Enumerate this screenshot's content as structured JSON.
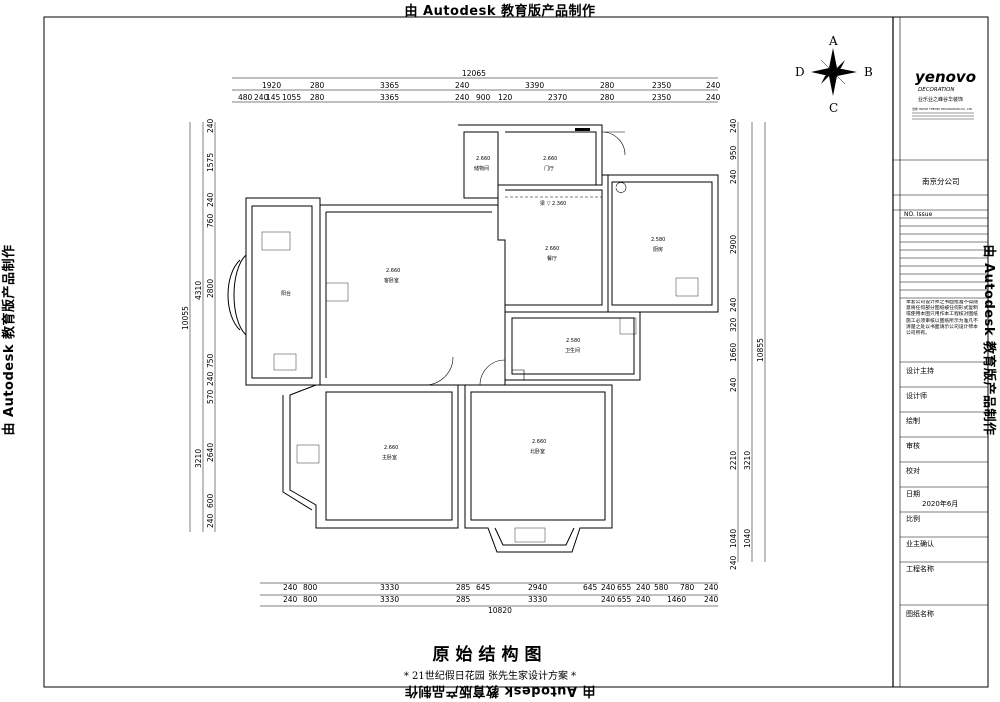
{
  "watermark": "由 Autodesk 教育版产品制作",
  "compass": {
    "n": "A",
    "s": "C",
    "w": "D",
    "e": "B"
  },
  "logo": {
    "brand": "yenovo",
    "tagline": "DECORATION",
    "company": "业乐业之峰谷华装饰",
    "small": "当地 YNOVE THEORY DECORATION CO., LTD"
  },
  "branch": "南京分公司",
  "issue_label": "NO.   Issue",
  "notice": "本套公司设计师之书面批准不得随意将任何部分图纸被任何形式复制或使用本图只用作本工程核对图纸施工必须审核以图纸所示为准凡不清楚之处以书面请示公司设计师本公司所有。",
  "titleblock_rows": [
    "设计主持",
    "设计师",
    "绘制",
    "审核",
    "校对",
    "日期",
    "比例",
    "业主确认",
    "工程名称",
    "图纸名称"
  ],
  "date_value": "2020年6月",
  "drawing_title": "原始结构图",
  "drawing_subtitle": "* 21世纪假日花园 张先生家设计方案 *",
  "dims": {
    "top_total": "12065",
    "top_row1": [
      "1920",
      "280",
      "3365",
      "240",
      "3390",
      "280",
      "2350",
      "240"
    ],
    "top_row2": [
      "480",
      "240",
      "145",
      "1055",
      "280",
      "3365",
      "240",
      "900",
      "120",
      "2370",
      "280",
      "2350",
      "240"
    ],
    "bottom_row1": [
      "240",
      "800",
      "3330",
      "285",
      "645",
      "2940",
      "645",
      "240",
      "655",
      "240",
      "580",
      "780",
      "240"
    ],
    "bottom_row2": [
      "240",
      "800",
      "3330",
      "285",
      "3330",
      "240",
      "655",
      "240",
      "1460",
      "240"
    ],
    "bottom_total": "10820",
    "left_total": "10055",
    "left_col": [
      "240",
      "1575",
      "240",
      "760",
      "2800",
      "750",
      "240",
      "570",
      "2640",
      "600",
      "240"
    ],
    "left_col2": [
      "4310",
      "3210"
    ],
    "right_total": "10855",
    "right_col": [
      "240",
      "950",
      "240",
      "2900",
      "240",
      "320",
      "1660",
      "240",
      "2210",
      "1040",
      "240"
    ],
    "right_col2": [
      "3210",
      "1040"
    ]
  },
  "rooms": [
    {
      "name": "储物间",
      "height": "2.660"
    },
    {
      "name": "门厅",
      "height": "2.660"
    },
    {
      "name": "餐厅",
      "height": "2.660"
    },
    {
      "name": "厨房",
      "height": "2.580"
    },
    {
      "name": "卫生间",
      "height": "2.580"
    },
    {
      "name": "客卧室",
      "height": "2.660"
    },
    {
      "name": "主卧室",
      "height": "2.660"
    },
    {
      "name": "北卧室",
      "height": "2.660"
    },
    {
      "name": "阳台",
      "height": ""
    }
  ],
  "beam_label": "梁 ▽ 2.360"
}
